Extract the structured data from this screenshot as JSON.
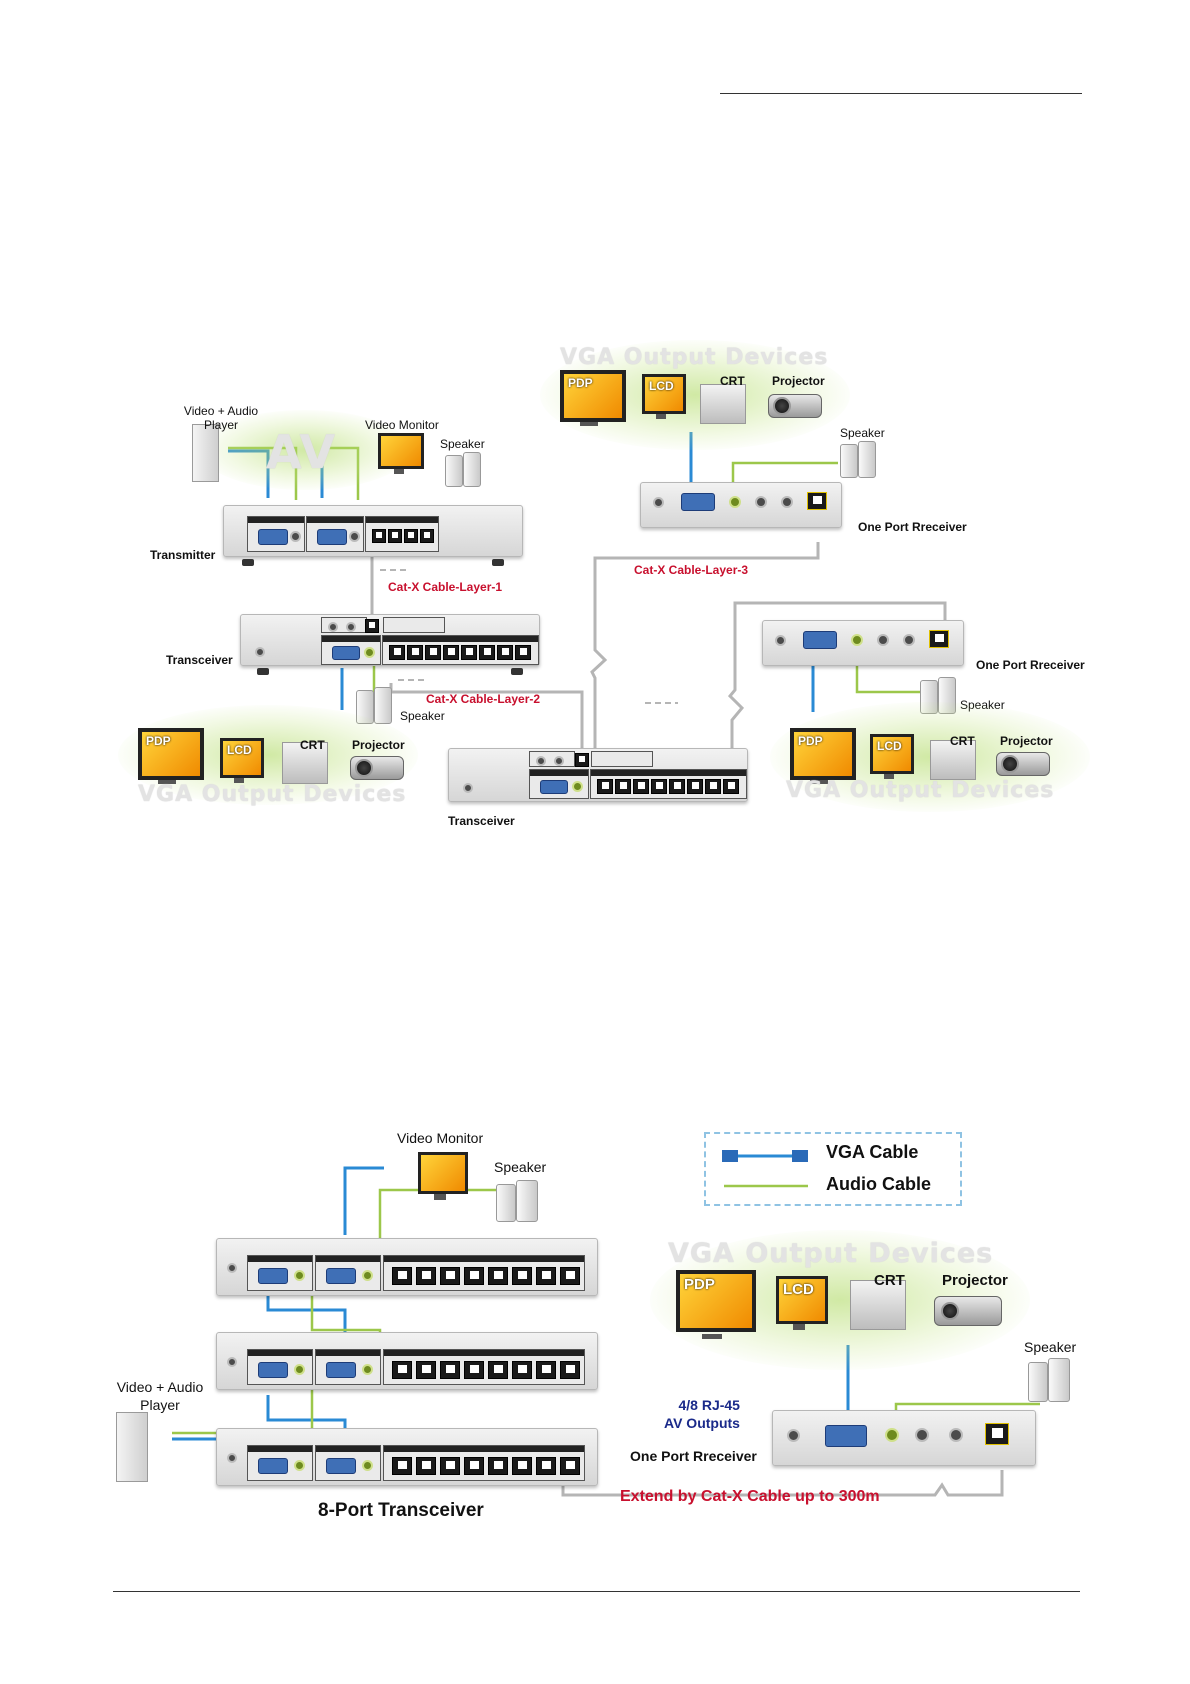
{
  "diagram1": {
    "title": "VGA Output Devices",
    "labels": {
      "video_audio_player": "Video + Audio\nPlayer",
      "video_monitor": "Video Monitor",
      "speaker": "Speaker",
      "transmitter": "Transmitter",
      "transceiver": "Transceiver",
      "one_port_receiver": "One Port Rreceiver",
      "cable_layer1": "Cat-X Cable-Layer-1",
      "cable_layer2": "Cat-X Cable-Layer-2",
      "cable_layer3": "Cat-X Cable-Layer-3",
      "av_watermark": "AV"
    },
    "devices": [
      "PDP",
      "LCD",
      "CRT",
      "Projector"
    ]
  },
  "diagram2": {
    "legend": {
      "vga": "VGA Cable",
      "audio": "Audio Cable"
    },
    "labels": {
      "video_monitor": "Video Monitor",
      "speaker": "Speaker",
      "video_audio_player": "Video + Audio\nPlayer",
      "outputs": "4/8 RJ-45\nAV Outputs",
      "one_port_receiver": "One Port Rreceiver",
      "extend": "Extend by Cat-X Cable up to 300m",
      "transceiver8": "8-Port Transceiver",
      "vga_output_devices": "VGA Output Devices"
    },
    "devices": [
      "PDP",
      "LCD",
      "CRT",
      "Projector"
    ]
  },
  "colors": {
    "vga_cable": "#2a8ad4",
    "audio_cable": "#9cc74a",
    "cat_cable": "#b5b5b5",
    "red_label": "#c8102e"
  }
}
